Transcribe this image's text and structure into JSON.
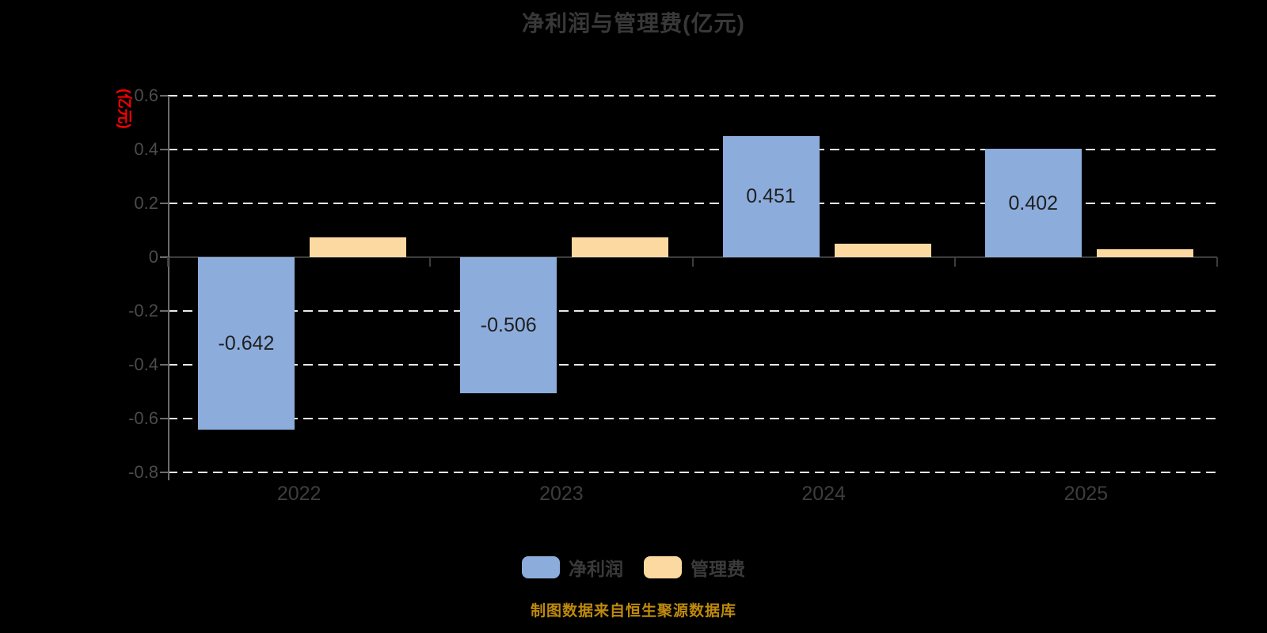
{
  "title": "净利润与管理费(亿元)",
  "source_note": "制图数据来自恒生聚源数据库",
  "colors": {
    "net_profit_blue": "#8CACDC",
    "mgmt_fee_yellow": "#FCD9A0",
    "unit_label_red": "#FE0000",
    "source_note_gold": "#BE8A0D",
    "gridline_white": "#E9E9E9",
    "zero_line_gray": "#3C3C3C",
    "axis_gray": "#6B6B6B"
  },
  "legend": [
    {
      "label": "净利润",
      "color_key": "net_profit_blue"
    },
    {
      "label": "管理费",
      "color_key": "mgmt_fee_yellow"
    }
  ],
  "chart_data": {
    "type": "bar",
    "title": "净利润与管理费(亿元)",
    "ylabel": "(亿元)",
    "xlabel": "",
    "categories": [
      "2022",
      "2023",
      "2024",
      "2025"
    ],
    "series": [
      {
        "name": "净利润",
        "color_key": "net_profit_blue",
        "values": [
          -0.642,
          -0.506,
          0.451,
          0.402
        ],
        "labels": [
          "-0.642",
          "-0.506",
          "0.451",
          "0.402"
        ]
      },
      {
        "name": "管理费",
        "color_key": "mgmt_fee_yellow",
        "values": [
          0.075,
          0.075,
          0.05,
          0.03
        ],
        "labels": [
          null,
          null,
          null,
          null
        ]
      }
    ],
    "yticks": [
      0.6,
      0.4,
      0.2,
      0,
      -0.2,
      -0.4,
      -0.6,
      -0.8
    ],
    "ylim": [
      -0.8,
      0.6
    ],
    "grid": "dashed-horizontal-white-on-black",
    "legend_position": "bottom"
  }
}
